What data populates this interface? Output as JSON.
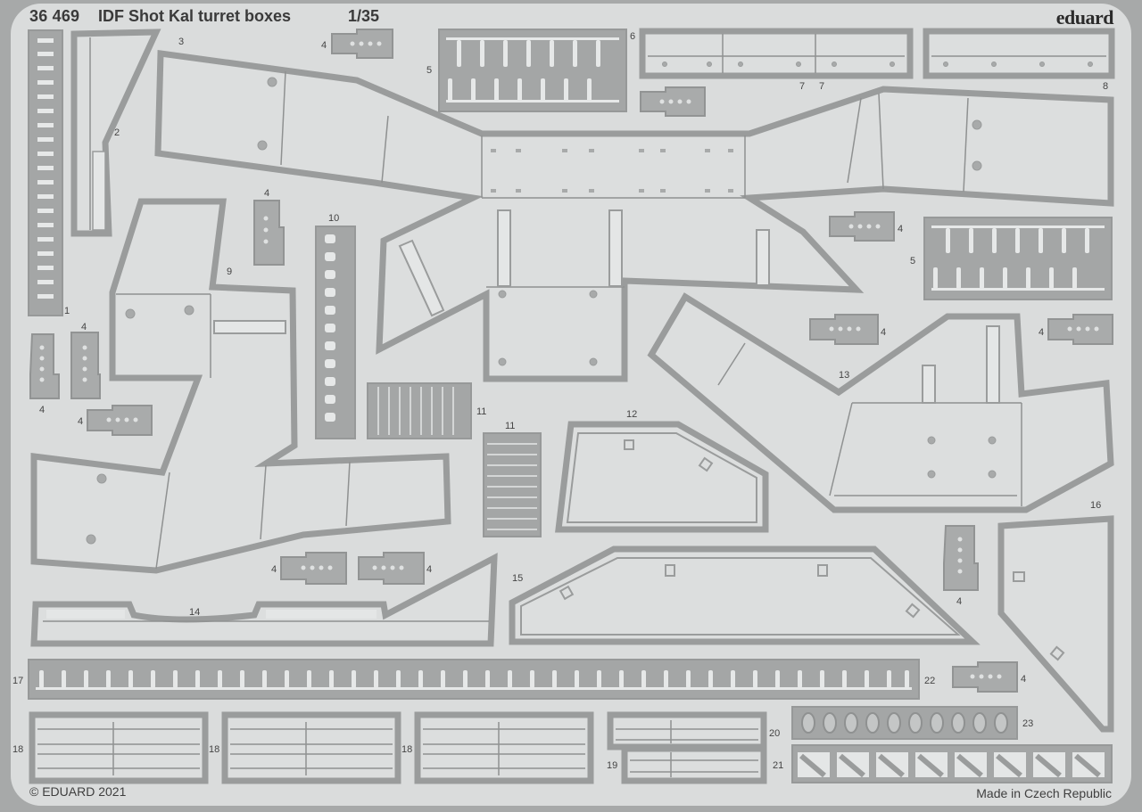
{
  "header": {
    "product_code": "36 469",
    "product_name": "IDF Shot Kal turret boxes",
    "scale": "1/35",
    "brand": "eduard"
  },
  "footer": {
    "copyright": "© EDUARD 2021",
    "origin": "Made in Czech Republic"
  },
  "colors": {
    "sheet": "#dadcdc",
    "frame": "#a7a9a9",
    "part_outline": "#9a9c9c",
    "text": "#3a3a3a"
  },
  "part_labels": {
    "p1": "1",
    "p2": "2",
    "p3": "3",
    "p4": "4",
    "p5": "5",
    "p6": "6",
    "p7": "7",
    "p8": "8",
    "p9": "9",
    "p10": "10",
    "p11": "11",
    "p12": "12",
    "p13": "13",
    "p14": "14",
    "p15": "15",
    "p16": "16",
    "p17": "17",
    "p18": "18",
    "p19": "19",
    "p20": "20",
    "p21": "21",
    "p22": "22",
    "p23": "23"
  }
}
